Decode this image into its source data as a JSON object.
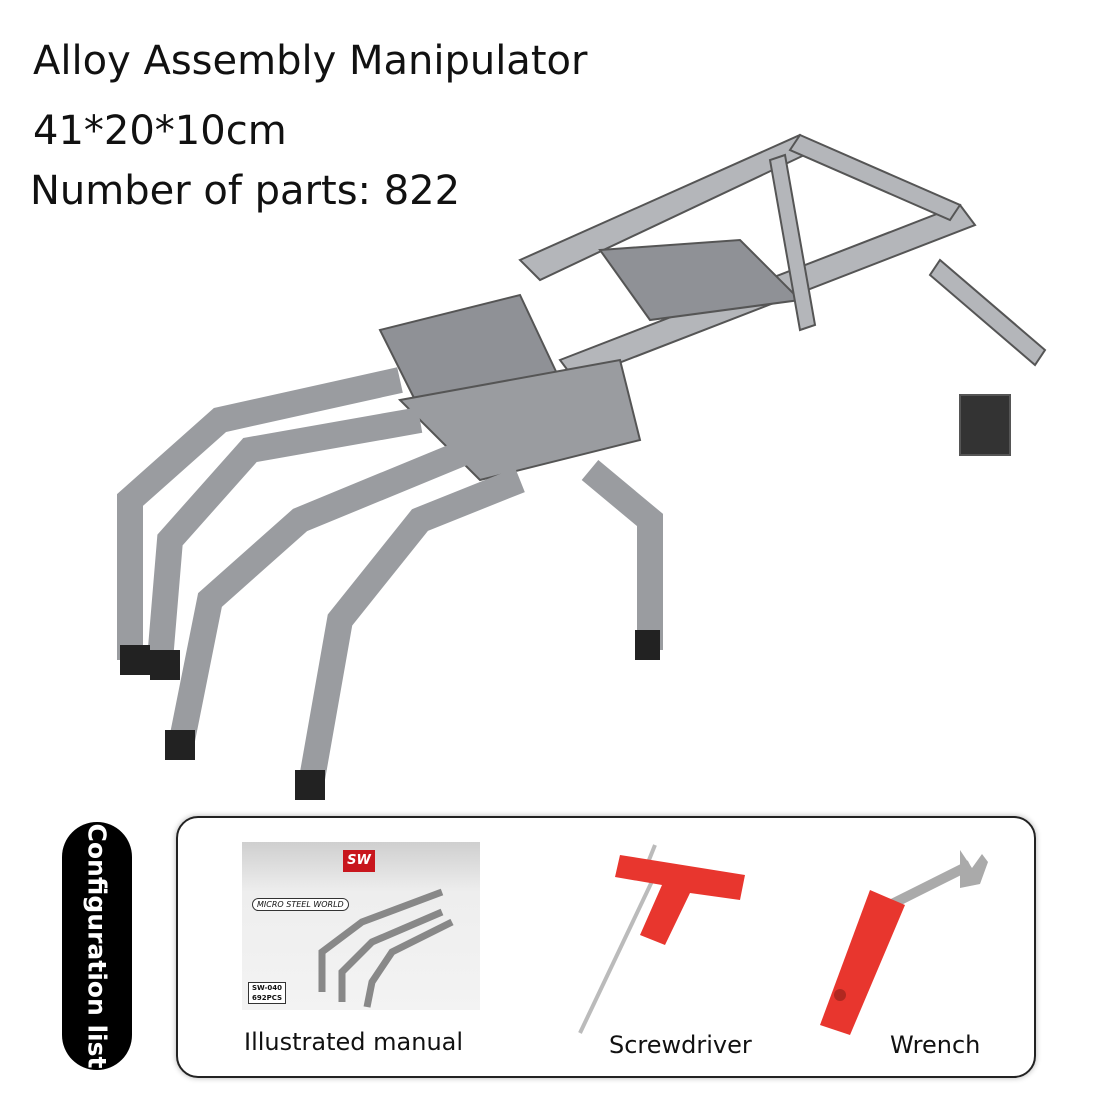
{
  "product": {
    "title": "Alloy Assembly Manipulator",
    "dimensions": "41*20*10cm",
    "parts": "Number of parts: 822"
  },
  "configuration": {
    "label": "Configuration list",
    "items": [
      {
        "label": "Illustrated manual",
        "icon": "manual-icon"
      },
      {
        "label": "Screwdriver",
        "icon": "screwdriver-icon"
      },
      {
        "label": "Wrench",
        "icon": "wrench-icon"
      }
    ],
    "manual_cover": {
      "brand": "SW",
      "series": "MICRO STEEL WORLD",
      "model": "SW-040",
      "count": "692PCS"
    }
  },
  "colors": {
    "tool_red": "#e8362e",
    "metal": "#9a9ca0",
    "dark": "#2a2a2a"
  }
}
